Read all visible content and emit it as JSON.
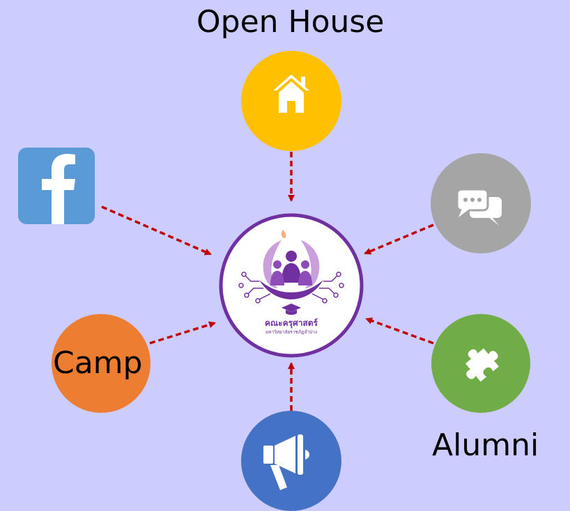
{
  "labels": {
    "open_house": "Open House",
    "camp": "Camp",
    "alumni": "Alumni"
  },
  "logo": {
    "title": "คณะครุศาสตร์",
    "subtitle": "มหาวิทยาลัยราชภัฏลำปาง"
  },
  "nodes": [
    {
      "id": "open-house",
      "icon": "home-icon",
      "color": "#ffc000"
    },
    {
      "id": "facebook",
      "icon": "facebook-icon",
      "color": "#5b9bd5"
    },
    {
      "id": "chat",
      "icon": "chat-bubbles-icon",
      "color": "#a5a5a5"
    },
    {
      "id": "camp",
      "icon": "none",
      "color": "#ed7d31"
    },
    {
      "id": "alumni",
      "icon": "puzzle-icon",
      "color": "#70ad47"
    },
    {
      "id": "announcement",
      "icon": "megaphone-icon",
      "color": "#4472c4"
    }
  ],
  "colors": {
    "background": "#ccccff",
    "arrow": "#c00000",
    "center_ring": "#7030a0"
  }
}
